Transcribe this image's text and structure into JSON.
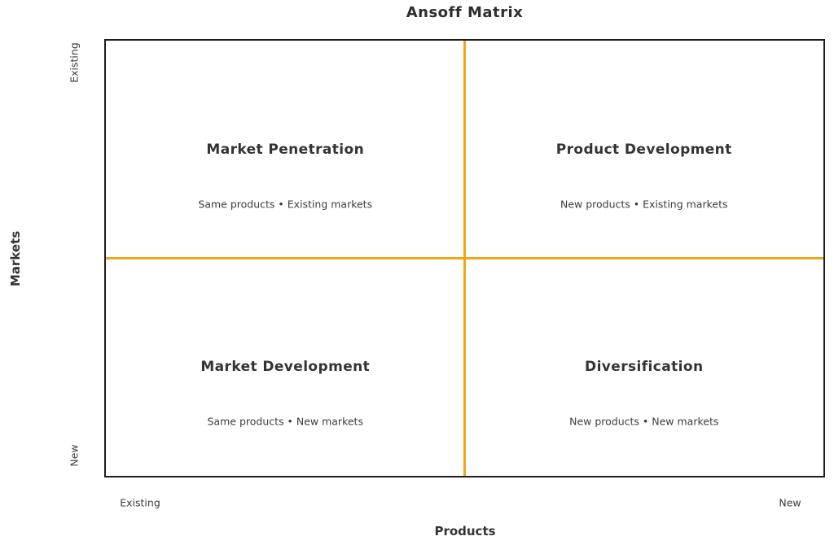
{
  "title": "Ansoff Matrix",
  "colors": {
    "divider": "#F2A516",
    "border": "#1c1c1c",
    "title_text": "#333333",
    "body_text": "#3c3c3c"
  },
  "matrix": {
    "quadrants": [
      {
        "key": "market-penetration",
        "position": "top-left",
        "title": "Market Penetration",
        "subtitle": "Same products • Existing markets"
      },
      {
        "key": "product-development",
        "position": "top-right",
        "title": "Product Development",
        "subtitle": "New products • Existing markets"
      },
      {
        "key": "market-development",
        "position": "bottom-left",
        "title": "Market Development",
        "subtitle": "Same products • New markets"
      },
      {
        "key": "diversification",
        "position": "bottom-right",
        "title": "Diversification",
        "subtitle": "New products • New markets"
      }
    ]
  },
  "y_axis": {
    "label": "Markets",
    "ticks": [
      "Existing",
      "New"
    ]
  },
  "x_axis": {
    "label": "Products",
    "ticks": [
      "Existing",
      "New"
    ]
  }
}
